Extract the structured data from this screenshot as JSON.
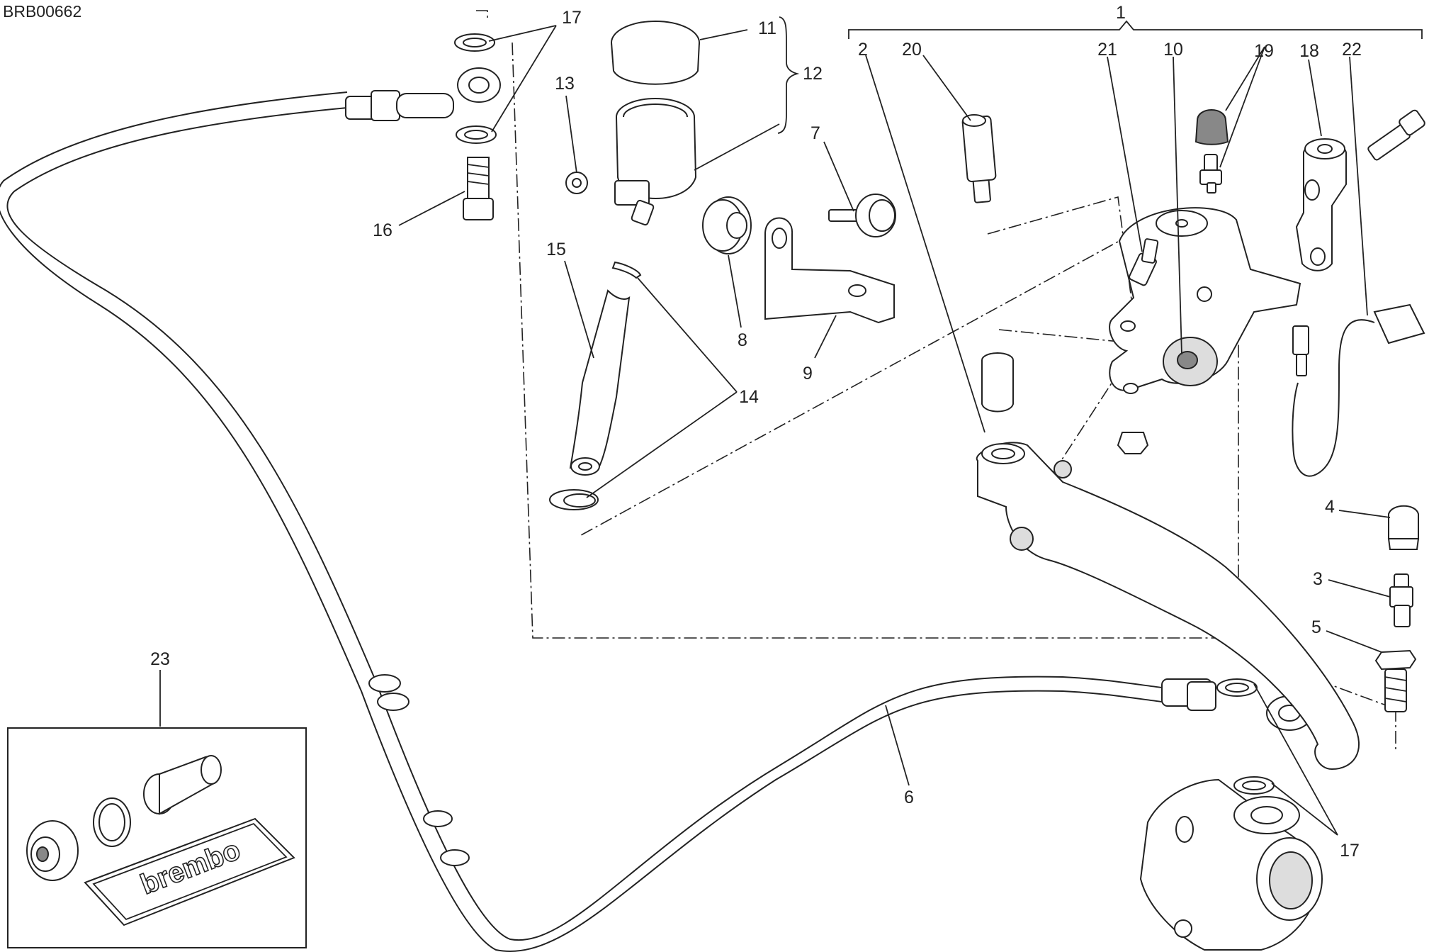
{
  "diagram_code": "BRB00662",
  "brand_logo_text": "brembo",
  "labels": [
    {
      "id": "1",
      "text": "1"
    },
    {
      "id": "2",
      "text": "2"
    },
    {
      "id": "3",
      "text": "3"
    },
    {
      "id": "4",
      "text": "4"
    },
    {
      "id": "5",
      "text": "5"
    },
    {
      "id": "6",
      "text": "6"
    },
    {
      "id": "7a",
      "text": "7"
    },
    {
      "id": "8",
      "text": "8"
    },
    {
      "id": "9",
      "text": "9"
    },
    {
      "id": "10",
      "text": "10"
    },
    {
      "id": "11",
      "text": "11"
    },
    {
      "id": "12",
      "text": "12"
    },
    {
      "id": "13",
      "text": "13"
    },
    {
      "id": "14",
      "text": "14"
    },
    {
      "id": "15",
      "text": "15"
    },
    {
      "id": "16",
      "text": "16"
    },
    {
      "id": "17a",
      "text": "17"
    },
    {
      "id": "17b",
      "text": "17"
    },
    {
      "id": "18",
      "text": "18"
    },
    {
      "id": "19",
      "text": "19"
    },
    {
      "id": "20",
      "text": "20"
    },
    {
      "id": "21",
      "text": "21"
    },
    {
      "id": "22",
      "text": "22"
    },
    {
      "id": "23",
      "text": "23"
    }
  ],
  "colors": {
    "ink": "#222222",
    "background": "#ffffff",
    "shade": "#dddddd"
  }
}
